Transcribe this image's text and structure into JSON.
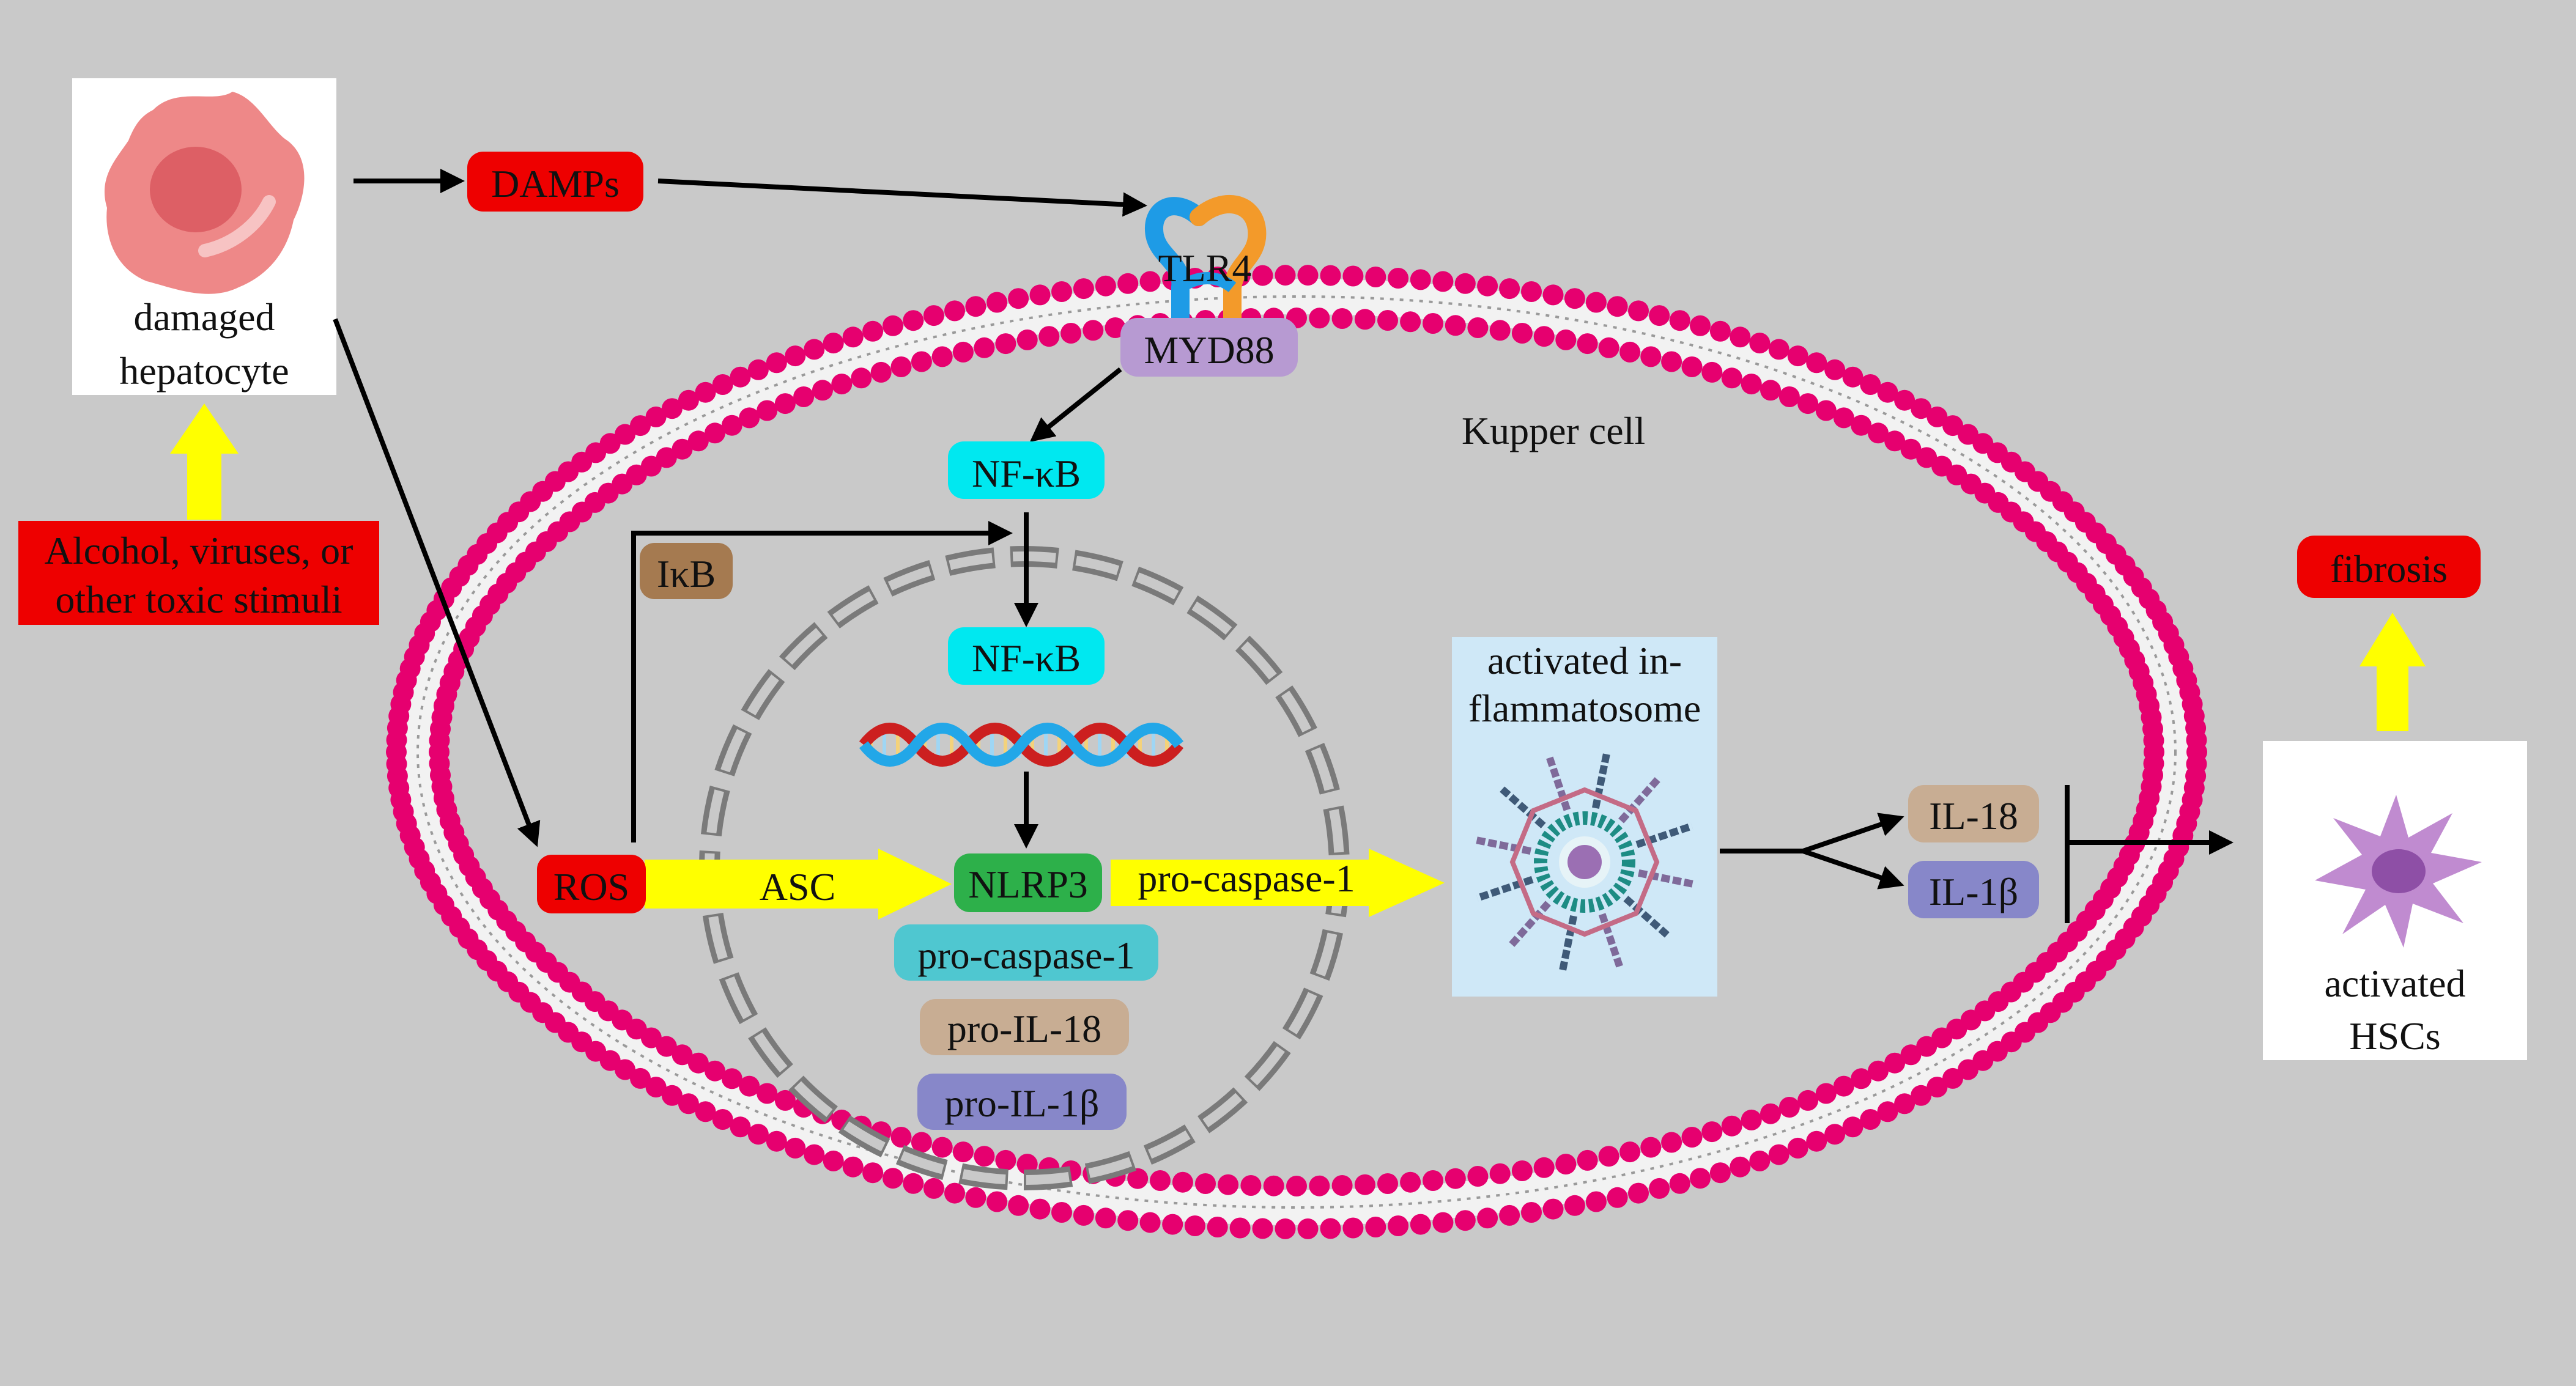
{
  "colors": {
    "background": "#c9c9c9",
    "membrane_head": "#e6006f",
    "membrane_tail": "#f2f2f2",
    "red_box": "#ee0000",
    "cyan_box": "#00e8f0",
    "brown_box": "#a57a50",
    "green_box": "#2db04a",
    "light_cyan_box": "#4fc7d0",
    "tan_box": "#c8ad93",
    "purple_box": "#8787c9",
    "myd88": "#b79ad2",
    "yellow_arrow": "#ffff00",
    "nucleus_outline": "#777777",
    "inflammasome_panel": "#cfe8f7"
  },
  "stimuli_label": [
    "Alcohol, viruses, or",
    "other toxic stimuli"
  ],
  "hepatocyte_label": [
    "damaged",
    "hepatocyte"
  ],
  "damps_label": "DAMPs",
  "tlr4_label": "TLR4",
  "myd88_label": "MYD88",
  "cell_label": "Kupper cell",
  "nfkb_cytoplasm_label": "NF-κB",
  "ikb_label": "IκB",
  "nfkb_nucleus_label": "NF-κB",
  "ros_label": "ROS",
  "asc_label": "ASC",
  "nlrp3_label": "NLRP3",
  "pro_caspase_arrow_label": "pro-caspase-1",
  "pro_caspase_box_label": "pro-caspase-1",
  "pro_il18_label": "pro-IL-18",
  "pro_il1b_label": "pro-IL-1β",
  "inflammasome_label": [
    "activated in-",
    "flammatosome"
  ],
  "il18_label": "IL-18",
  "il1b_label": "IL-1β",
  "fibrosis_label": "fibrosis",
  "hsc_label": [
    "activated",
    "HSCs"
  ],
  "icons": [
    "hepatocyte-cell-icon",
    "tlr4-receptor-icon",
    "dna-helix-icon",
    "inflammasome-complex-icon",
    "hepatic-stellate-cell-icon"
  ]
}
